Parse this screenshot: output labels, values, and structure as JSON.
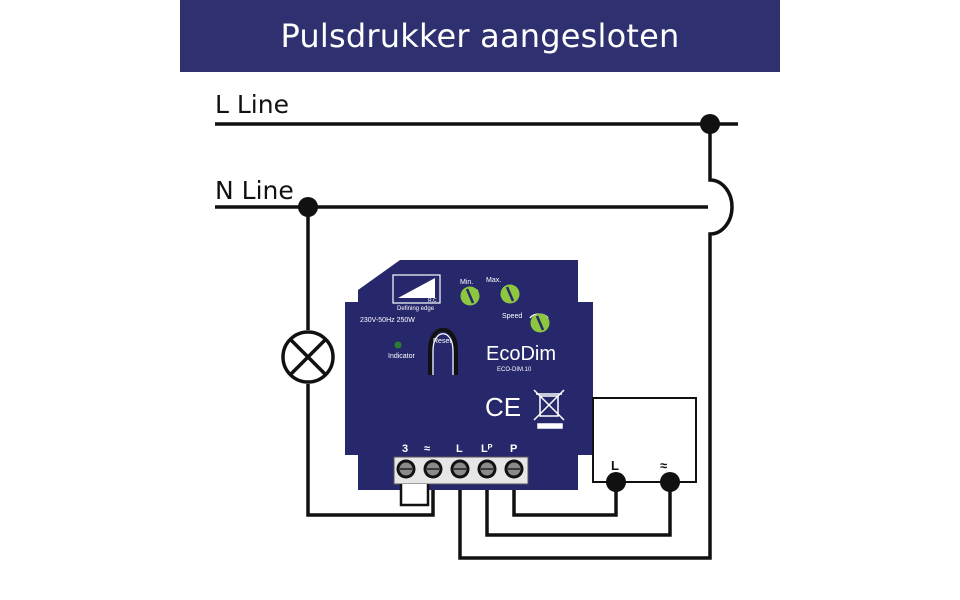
{
  "title": "Pulsdrukker aangesloten",
  "lines": {
    "l_line": "L Line",
    "n_line": "N Line"
  },
  "device": {
    "defining_edge": "Defining edge",
    "rc_mark": "R,C",
    "min_label": "Min.",
    "max_label": "Max.",
    "speed_label": "Speed",
    "rating": "230V-50Hz  250W",
    "reset_label": "Reset",
    "indicator_label": "Indicator",
    "brand": "EcoDim",
    "model": "ECO-DIM.10",
    "ce_mark": "CE",
    "terminals": [
      "3",
      "≈",
      "L",
      "Lᴾ",
      "P"
    ]
  },
  "switch": {
    "terminal_l": "L",
    "terminal_pulse": "≈"
  },
  "colors": {
    "banner": "#2e3070",
    "device": "#27286b",
    "knob": "#8dc63f",
    "wire": "#111111"
  }
}
